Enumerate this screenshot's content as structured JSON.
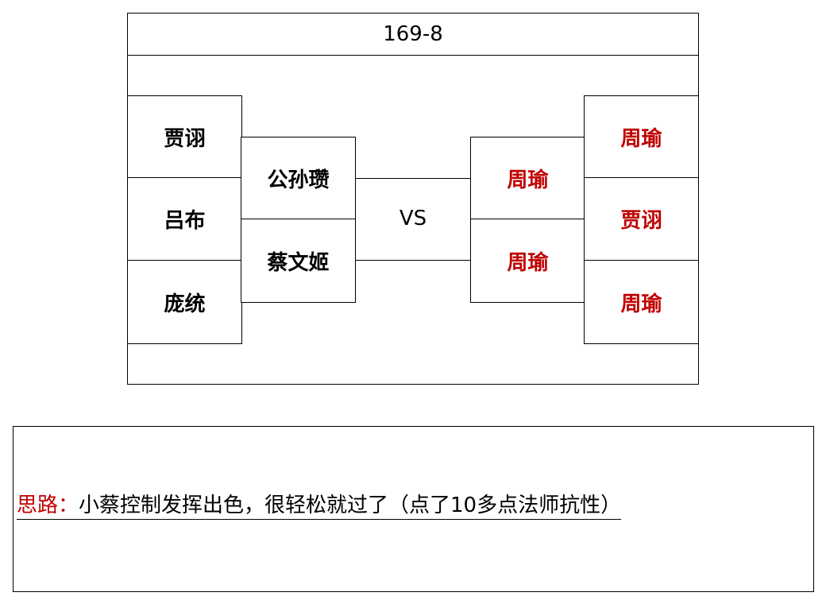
{
  "lineup": {
    "title": "169-8",
    "vs": "VS",
    "left_back": [
      "贾诩",
      "吕布",
      "庞统"
    ],
    "left_front": [
      "公孙瓒",
      "蔡文姬"
    ],
    "right_front": [
      "周瑜",
      "周瑜"
    ],
    "right_back": [
      "周瑜",
      "贾诩",
      "周瑜"
    ],
    "enemy_color": "#c00000"
  },
  "note": {
    "label": "思路：",
    "text": "小蔡控制发挥出色，很轻松就过了（点了10多点法师抗性）"
  }
}
